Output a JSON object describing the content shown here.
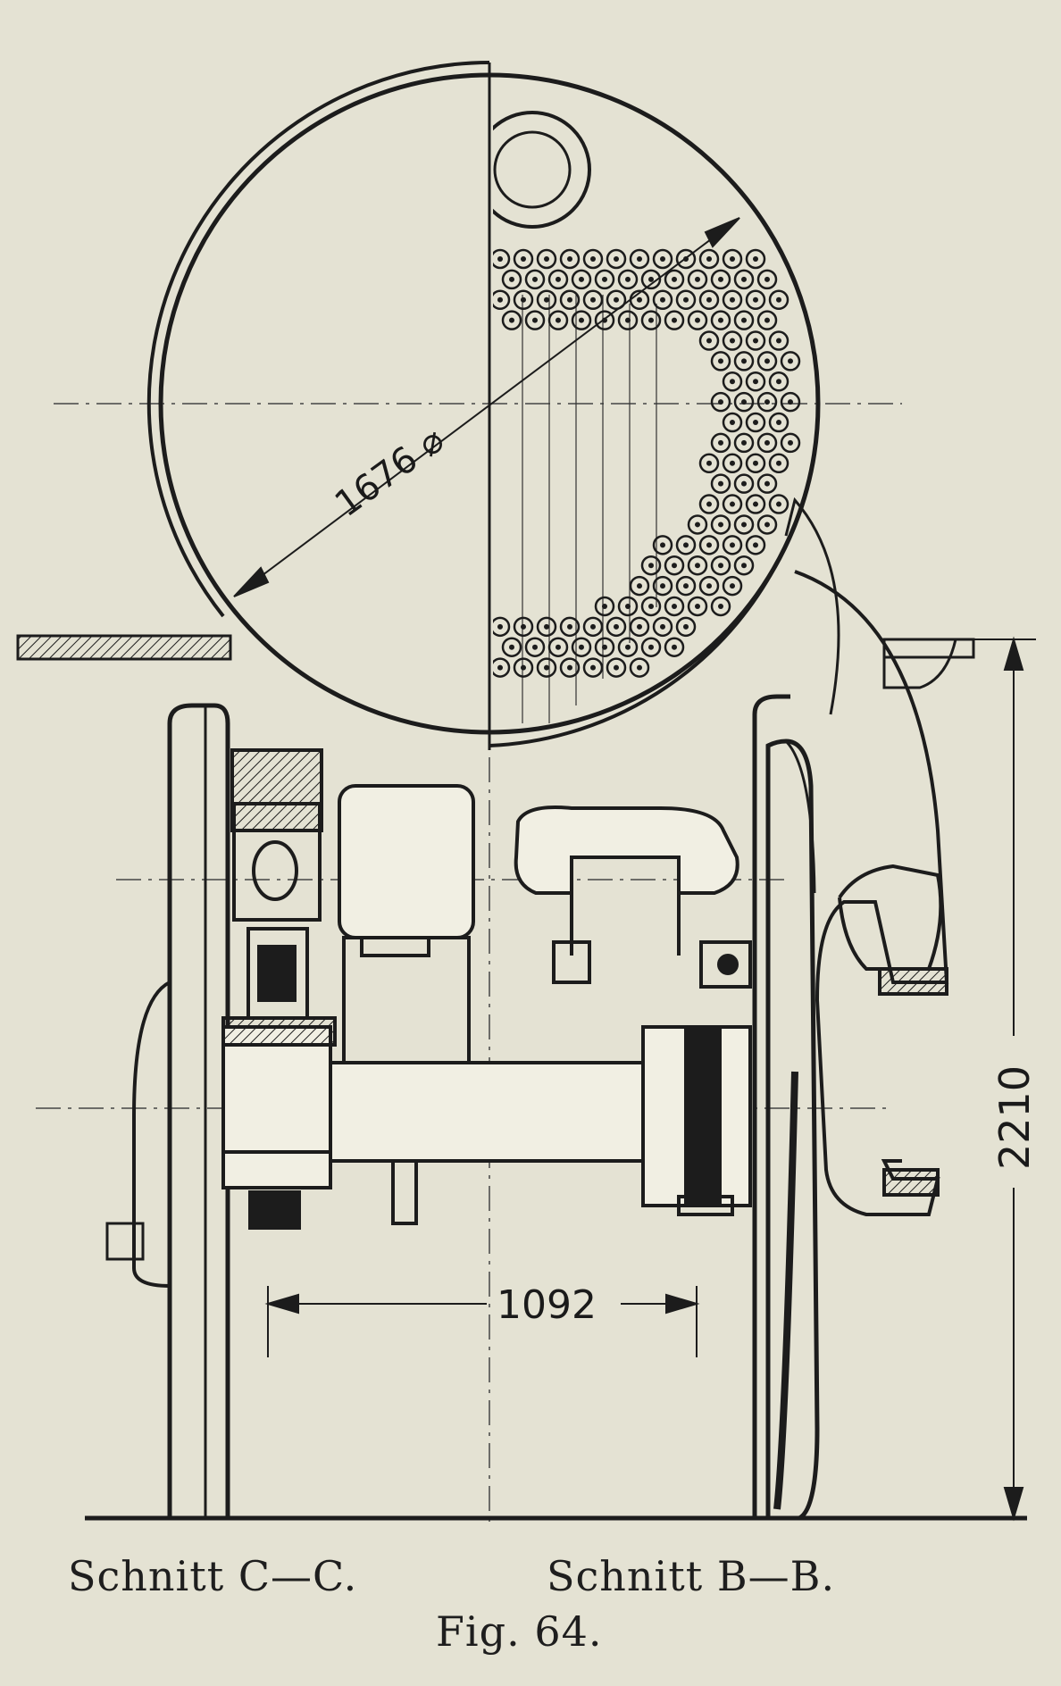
{
  "dimensions": {
    "boiler_diameter": "1676 ⌀",
    "gauge": "1092",
    "height": "2210"
  },
  "captions": {
    "left_section": "Schnitt C—C.",
    "right_section": "Schnitt B—B.",
    "figure": "Fig. 64."
  },
  "colors": {
    "paper": "#e4e2d3",
    "ink": "#1c1c1c"
  }
}
